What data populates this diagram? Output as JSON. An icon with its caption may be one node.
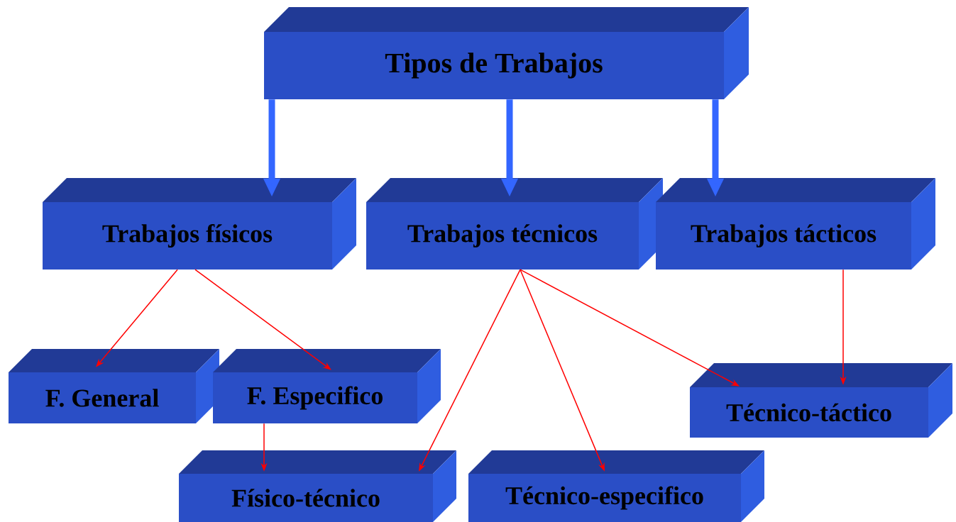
{
  "diagram": {
    "nodes": [
      {
        "text": [
          "Tipos de Trabajos"
        ]
      },
      {
        "text": [
          "Trabajos físicos"
        ]
      },
      {
        "text": [
          "Trabajos técnicos"
        ]
      },
      {
        "text": [
          "Trabajos tácticos"
        ]
      },
      {
        "text": [
          "F. General"
        ]
      },
      {
        "text": [
          "F. Especifico"
        ]
      },
      {
        "text": [
          "Técnico-táctico"
        ]
      },
      {
        "text": [
          "Físico-técnico"
        ]
      },
      {
        "text": [
          "Técnico-especifico"
        ]
      }
    ],
    "edges": [
      {
        "from": 0,
        "to": 1,
        "arrow": "to",
        "style": "thick",
        "color": "#3366ff"
      },
      {
        "from": 0,
        "to": 2,
        "arrow": "to",
        "style": "thick",
        "color": "#3366ff"
      },
      {
        "from": 0,
        "to": 3,
        "arrow": "to",
        "style": "thick",
        "color": "#3366ff"
      },
      {
        "from": 1,
        "to": 4,
        "arrow": "to"
      },
      {
        "from": 1,
        "to": 5,
        "arrow": "to"
      },
      {
        "from": 5,
        "to": 7,
        "arrow": "to"
      },
      {
        "from": 2,
        "to": 7,
        "arrow": "to"
      },
      {
        "from": 2,
        "to": 8,
        "arrow": "to"
      },
      {
        "from": 2,
        "to": 6,
        "arrow": "to"
      },
      {
        "from": 3,
        "to": 6,
        "arrow": "to"
      }
    ]
  }
}
